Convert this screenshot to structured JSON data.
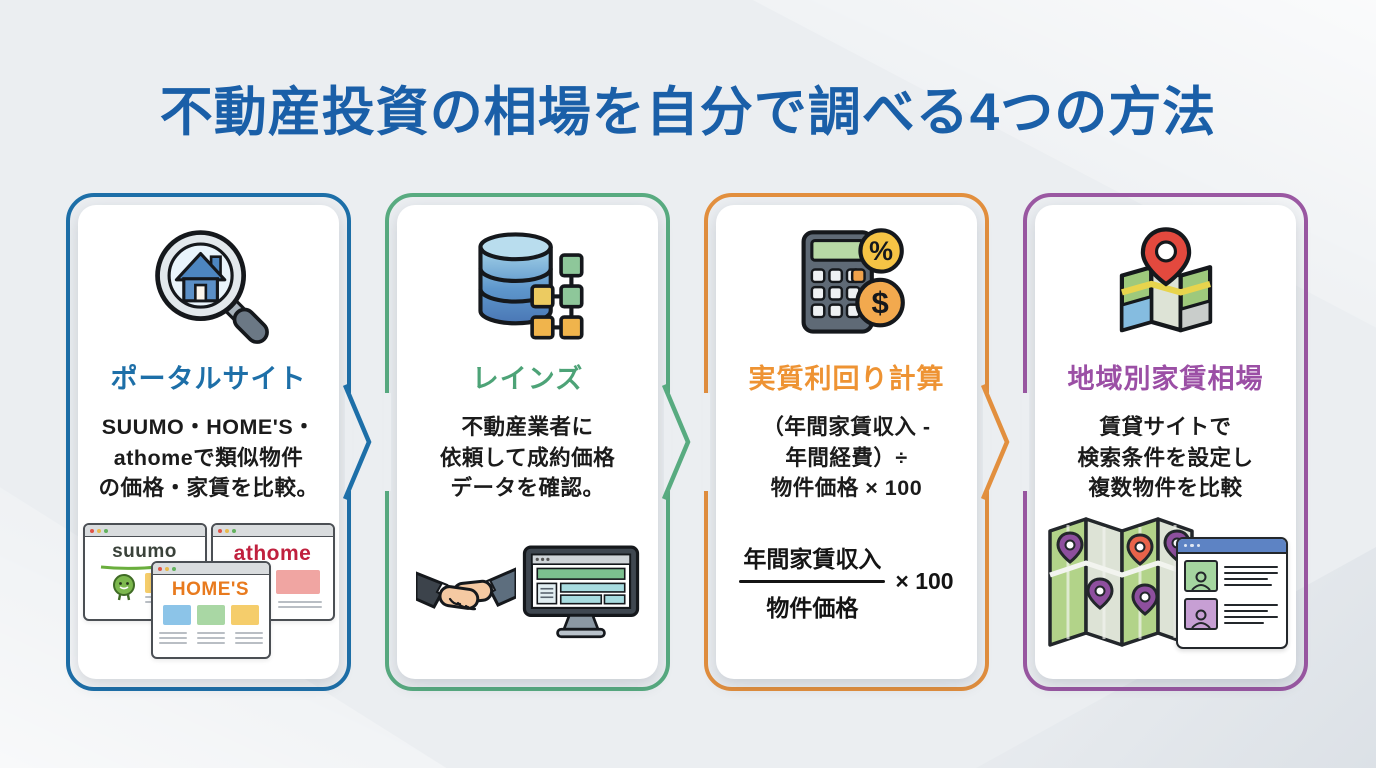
{
  "page": {
    "title": "不動産投資の相場を自分で調べる4つの方法",
    "title_color": "#1a5fa8",
    "background_color": "#ebeef1"
  },
  "cards": [
    {
      "id": "portal-site",
      "accent": "#1d6fa8",
      "title_color": "#1d6fa8",
      "icon": "magnifier-house-icon",
      "title": "ポータルサイト",
      "body": "SUUMO・HOME'S・\nathomeで類似物件\nの価格・家賃を比較。",
      "logos": {
        "suumo": "suumo",
        "athome": "athome",
        "homes": "HOME'S"
      }
    },
    {
      "id": "reins",
      "accent": "#58ab80",
      "title_color": "#4da377",
      "icon": "database-icon",
      "title": "レインズ",
      "body": "不動産業者に\n依頼して成約価格\nデータを確認。"
    },
    {
      "id": "net-yield-calc",
      "accent": "#e28f3e",
      "title_color": "#ee9333",
      "icon": "calculator-icon",
      "title": "実質利回り計算",
      "body": "（年間家賃収入 -\n年間経費）÷\n物件価格 × 100",
      "badges": {
        "percent": "%",
        "dollar": "$"
      },
      "formula": {
        "numerator": "年間家賃収入",
        "denominator": "物件価格",
        "multiplier": "× 100"
      }
    },
    {
      "id": "regional-rent",
      "accent": "#9a58a2",
      "title_color": "#9b4fa5",
      "icon": "map-pin-icon",
      "title": "地域別家賃相場",
      "body": "賃貸サイトで\n検索条件を設定し\n複数物件を比較"
    }
  ]
}
